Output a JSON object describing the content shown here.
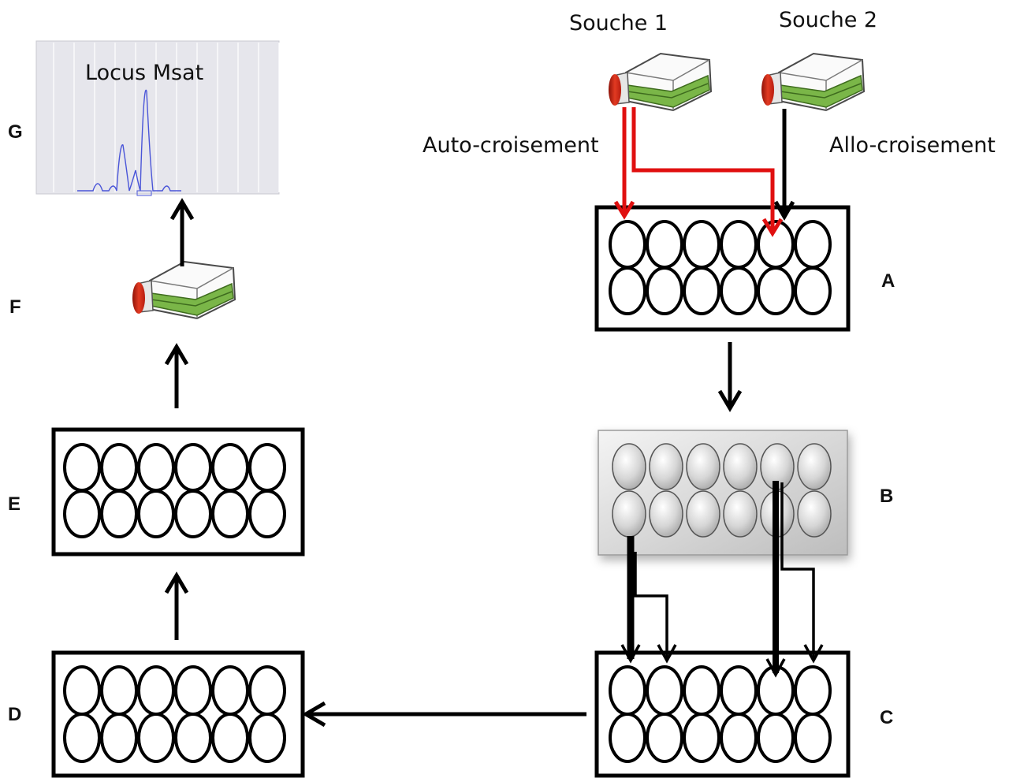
{
  "strains": {
    "strain1": "Souche 1",
    "strain2": "Souche 2"
  },
  "crosses": {
    "auto": "Auto-croisement",
    "allo": "Allo-croisement"
  },
  "chromatogram": {
    "title": "Locus Msat"
  },
  "steps": {
    "a": "A",
    "b": "B",
    "c": "C",
    "d": "D",
    "e": "E",
    "f": "F",
    "g": "G"
  },
  "colors": {
    "red_arrow": "#e01010",
    "black_arrow": "#000000",
    "flask_cap": "#d42a1a",
    "flask_medium": "#7ab648",
    "chromatogram_trace": "#4a55d8",
    "chromatogram_bg": "#e6e6ec"
  },
  "icons": [
    "culture-flask-icon"
  ]
}
